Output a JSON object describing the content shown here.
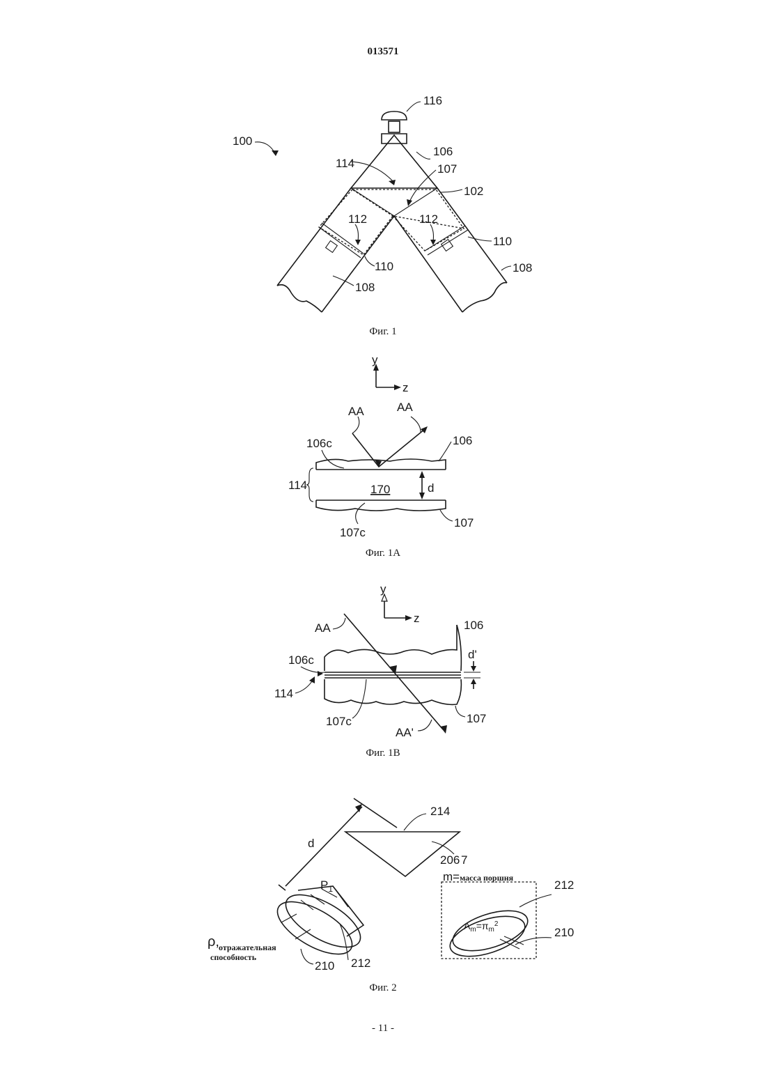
{
  "header": {
    "doc_number": "013571"
  },
  "fig1": {
    "caption": "Фиг. 1",
    "labels": {
      "l100": "100",
      "l116": "116",
      "l106": "106",
      "l114": "114",
      "l107": "107",
      "l102": "102",
      "l112a": "112",
      "l112b": "112",
      "l110a": "110",
      "l110b": "110",
      "l108a": "108",
      "l108b": "108"
    }
  },
  "fig1a": {
    "caption": "Фиг. 1А",
    "labels": {
      "y": "y",
      "z": "z",
      "aa1": "AA",
      "aa2": "AA",
      "l106c": "106c",
      "l106": "106",
      "l114": "114",
      "l170": "170",
      "d": "d",
      "l107c": "107c",
      "l107": "107"
    }
  },
  "fig1b": {
    "caption": "Фиг. 1В",
    "labels": {
      "y": "y",
      "z": "z",
      "aa": "AA",
      "aa2": "AA'",
      "l106": "106",
      "l106c": "106c",
      "dp": "d'",
      "l114": "114",
      "l107c": "107c",
      "l107": "107"
    }
  },
  "fig2": {
    "caption": "Фиг. 2",
    "labels": {
      "l214": "214",
      "d": "d",
      "l206": "206",
      "l207": "7",
      "p1": "P",
      "p1sub": "1",
      "m": "m=",
      "m_text": "масса поршня",
      "l212a": "212",
      "am": "A",
      "am_sub": "m",
      "am_eq": "=π",
      "am_sub2": "m",
      "am_sup": "2",
      "l210a": "210",
      "rho": "ρ,",
      "rho_text1": "отражательная",
      "rho_text2": "способность",
      "l210b": "210",
      "l212b": "212"
    }
  },
  "footer": {
    "page": "- 11 -"
  }
}
